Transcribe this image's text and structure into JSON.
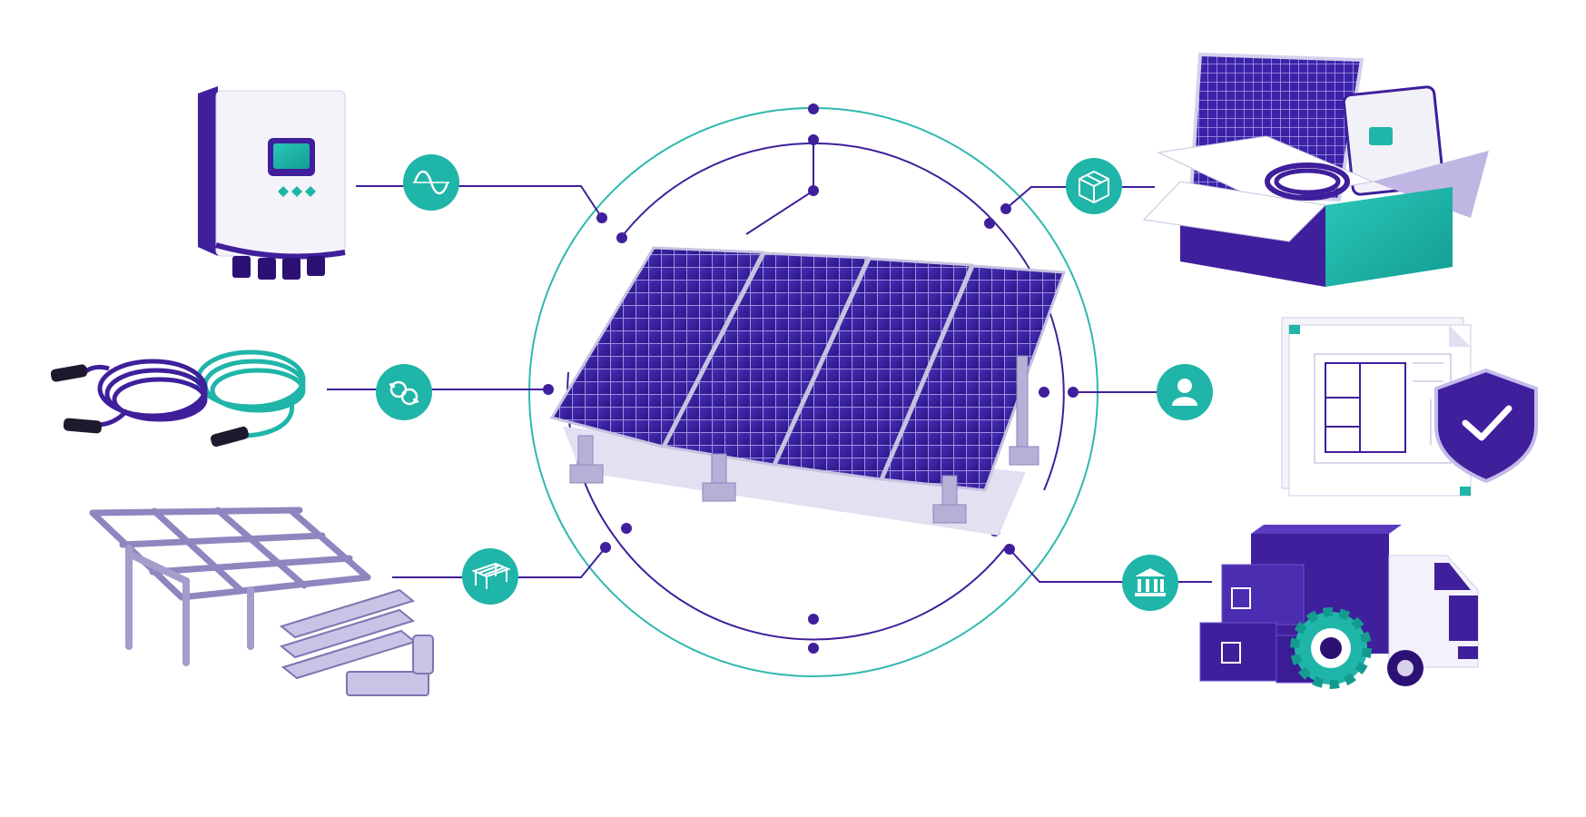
{
  "colors": {
    "purple": "#3f1f9b",
    "purple_dark": "#2c1175",
    "purple_light": "#b9b0dc",
    "teal": "#1fb5a8",
    "teal_ring": "#2fb9ad",
    "white": "#ffffff"
  },
  "center": {
    "item": "ground-mounted-solar-array"
  },
  "left_items": [
    {
      "id": "inverter",
      "icon": "sine-wave-icon"
    },
    {
      "id": "solar-cables",
      "icon": "refresh-cycle-icon"
    },
    {
      "id": "mounting-structure",
      "icon": "rack-frame-icon"
    }
  ],
  "right_items": [
    {
      "id": "solar-kit-box",
      "icon": "package-box-icon"
    },
    {
      "id": "design-documents",
      "icon": "user-person-icon"
    },
    {
      "id": "delivery-truck",
      "icon": "bank-building-icon"
    }
  ]
}
